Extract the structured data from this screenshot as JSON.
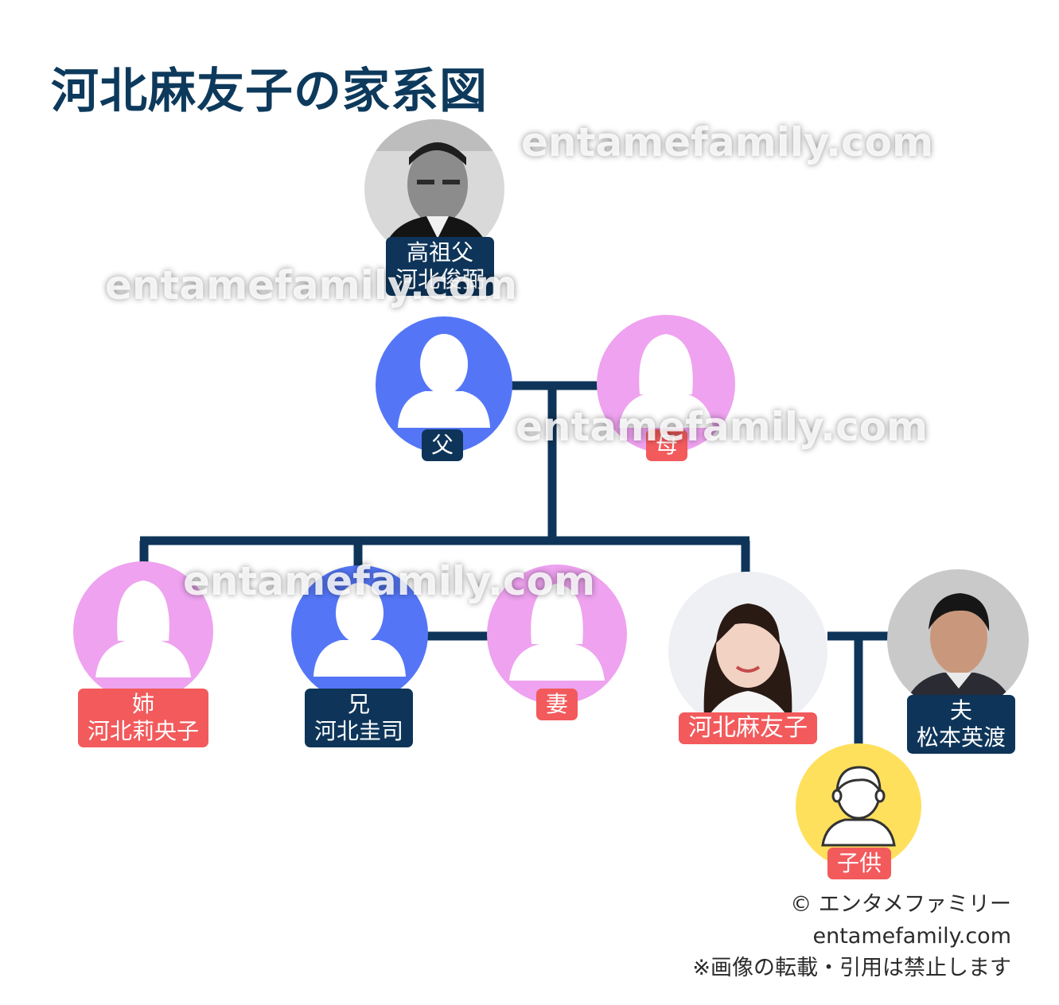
{
  "title": "河北麻友子の家系図",
  "watermark": "entamefamily.com",
  "colors": {
    "navy": "#0e3559",
    "male": "#5476f6",
    "female": "#eea2ef",
    "child": "#ffe05c",
    "label_female": "#f25a5c"
  },
  "people": {
    "great_grandfather": {
      "relation": "高祖父",
      "name": "河北俊弼"
    },
    "father": {
      "relation": "父"
    },
    "mother": {
      "relation": "母"
    },
    "sister": {
      "relation": "姉",
      "name": "河北莉央子"
    },
    "brother": {
      "relation": "兄",
      "name": "河北圭司"
    },
    "brother_wife": {
      "relation": "妻"
    },
    "subject": {
      "name": "河北麻友子"
    },
    "husband": {
      "relation": "夫",
      "name": "松本英渡"
    },
    "child": {
      "relation": "子供"
    }
  },
  "credit": {
    "line1": "© エンタメファミリー",
    "line2": "entamefamily.com",
    "line3": "※画像の転載・引用は禁止します"
  }
}
